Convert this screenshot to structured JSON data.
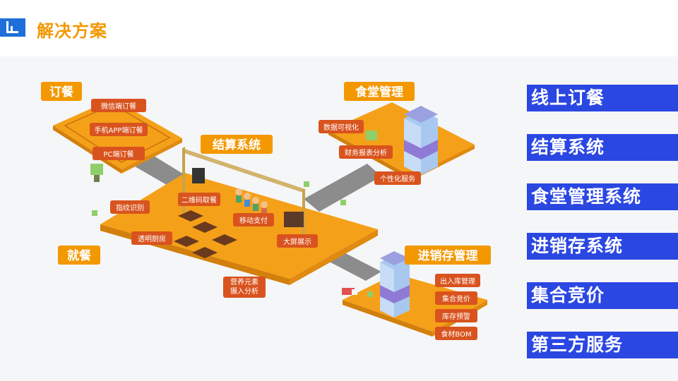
{
  "page": {
    "title": "解决方案"
  },
  "colors": {
    "accent": "#f39800",
    "platform": "#f5a019",
    "label_bg": "#d9531e",
    "road": "#8c8c8c",
    "side_button": "#2b47e2"
  },
  "diagram": {
    "areas": [
      {
        "id": "order",
        "title": "订餐",
        "items": [
          "微信端订餐",
          "手机APP端订餐",
          "PC端订餐"
        ]
      },
      {
        "id": "canteen",
        "title": "食堂管理",
        "items": [
          "数据可视化",
          "财务报表分析",
          "个性化服务"
        ]
      },
      {
        "id": "settle",
        "title": "结算系统",
        "items": [
          "二维码取餐",
          "移动支付",
          "大屏展示"
        ]
      },
      {
        "id": "dine",
        "title": "就餐",
        "items": [
          "指纹识别",
          "透明厨房",
          "营养元素摄入分析"
        ]
      },
      {
        "id": "inventory",
        "title": "进销存管理",
        "items": [
          "出入库管理",
          "集合竞价",
          "库存预警",
          "食材BOM"
        ]
      }
    ]
  },
  "side_menu": {
    "items": [
      "线上订餐",
      "结算系统",
      "食堂管理系统",
      "进销存系统",
      "集合竞价",
      "第三方服务"
    ]
  }
}
